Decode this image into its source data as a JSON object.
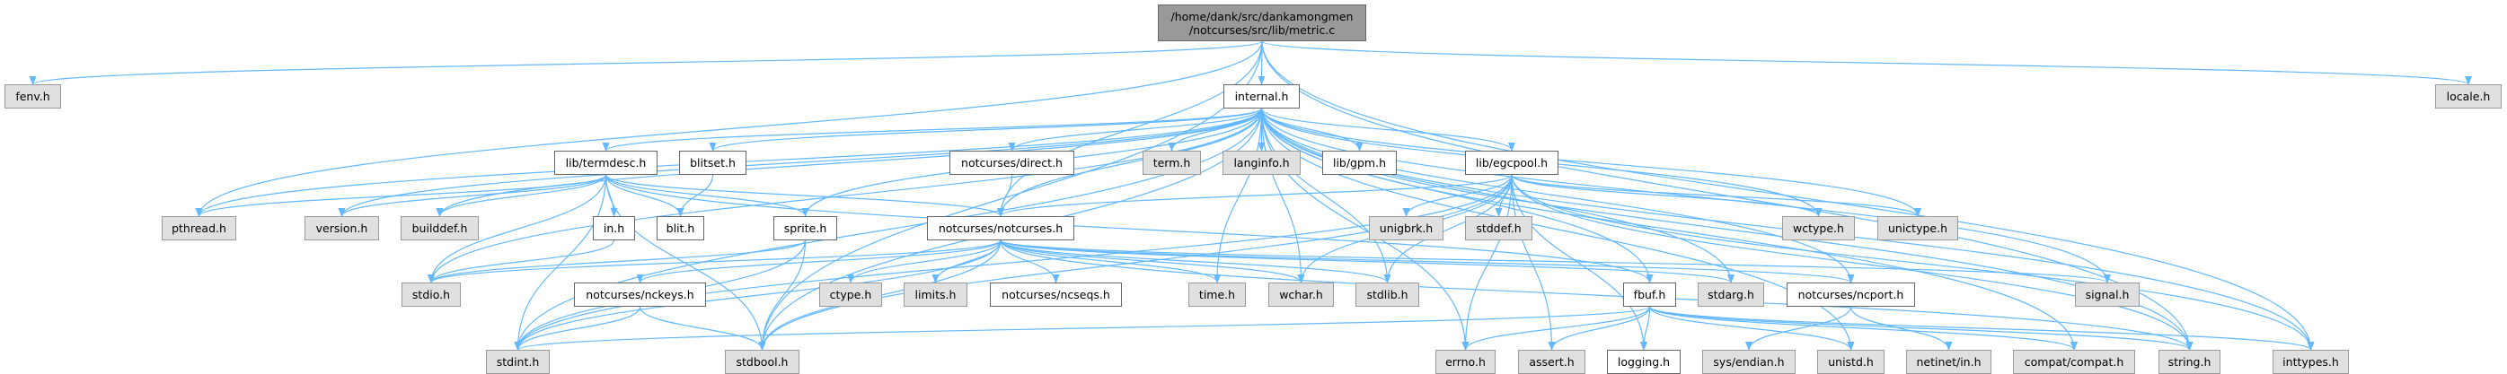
{
  "graph": {
    "root": {
      "line1": "/home/dank/src/dankamongmen",
      "line2": "/notcurses/src/lib/metric.c"
    },
    "nodes": {
      "internal": "internal.h",
      "fenv": "fenv.h",
      "locale": "locale.h",
      "termdesc": "lib/termdesc.h",
      "blitset": "blitset.h",
      "direct": "notcurses/direct.h",
      "term": "term.h",
      "langinfo": "langinfo.h",
      "gpm": "lib/gpm.h",
      "egcpool": "lib/egcpool.h",
      "pthread": "pthread.h",
      "version": "version.h",
      "builddef": "builddef.h",
      "in": "in.h",
      "blit": "blit.h",
      "sprite": "sprite.h",
      "notcurses": "notcurses/notcurses.h",
      "unigbrk": "unigbrk.h",
      "stddef": "stddef.h",
      "wctype": "wctype.h",
      "unictype": "unictype.h",
      "stdio": "stdio.h",
      "nckeys": "notcurses/nckeys.h",
      "ctype": "ctype.h",
      "limits": "limits.h",
      "ncseqs": "notcurses/ncseqs.h",
      "time": "time.h",
      "wchar": "wchar.h",
      "stdlib": "stdlib.h",
      "fbuf": "fbuf.h",
      "stdarg": "stdarg.h",
      "ncport": "notcurses/ncport.h",
      "signal": "signal.h",
      "stdint": "stdint.h",
      "stdbool": "stdbool.h",
      "errno": "errno.h",
      "assert": "assert.h",
      "logging": "logging.h",
      "endian": "sys/endian.h",
      "unistd": "unistd.h",
      "netinet": "netinet/in.h",
      "compat": "compat/compat.h",
      "string": "string.h",
      "inttypes": "inttypes.h"
    },
    "edges": [
      [
        "root",
        "internal"
      ],
      [
        "root",
        "fenv"
      ],
      [
        "root",
        "pthread"
      ],
      [
        "root",
        "notcurses"
      ],
      [
        "root",
        "locale"
      ],
      [
        "root",
        "string"
      ],
      [
        "root",
        "inttypes"
      ],
      [
        "root",
        "stdbool"
      ],
      [
        "internal",
        "pthread"
      ],
      [
        "internal",
        "stdint"
      ],
      [
        "internal",
        "stdio"
      ],
      [
        "internal",
        "version"
      ],
      [
        "internal",
        "builddef"
      ],
      [
        "internal",
        "termdesc"
      ],
      [
        "internal",
        "blitset"
      ],
      [
        "internal",
        "sprite"
      ],
      [
        "internal",
        "direct"
      ],
      [
        "internal",
        "notcurses"
      ],
      [
        "internal",
        "term"
      ],
      [
        "internal",
        "langinfo"
      ],
      [
        "internal",
        "gpm"
      ],
      [
        "internal",
        "egcpool"
      ],
      [
        "internal",
        "time"
      ],
      [
        "internal",
        "stdbool"
      ],
      [
        "internal",
        "wctype"
      ],
      [
        "internal",
        "unictype"
      ],
      [
        "internal",
        "signal"
      ],
      [
        "internal",
        "string"
      ],
      [
        "internal",
        "inttypes"
      ],
      [
        "internal",
        "compat"
      ],
      [
        "internal",
        "stdarg"
      ],
      [
        "internal",
        "ncport"
      ],
      [
        "internal",
        "fbuf"
      ],
      [
        "internal",
        "unistd"
      ],
      [
        "internal",
        "stdlib"
      ],
      [
        "internal",
        "wchar"
      ],
      [
        "internal",
        "errno"
      ],
      [
        "termdesc",
        "pthread"
      ],
      [
        "termdesc",
        "version"
      ],
      [
        "termdesc",
        "builddef"
      ],
      [
        "termdesc",
        "stdint"
      ],
      [
        "termdesc",
        "stdbool"
      ],
      [
        "termdesc",
        "in"
      ],
      [
        "termdesc",
        "blit"
      ],
      [
        "termdesc",
        "sprite"
      ],
      [
        "termdesc",
        "notcurses"
      ],
      [
        "termdesc",
        "fbuf"
      ],
      [
        "termdesc",
        "stdio"
      ],
      [
        "blitset",
        "blit"
      ],
      [
        "in",
        "stdio"
      ],
      [
        "sprite",
        "stdint"
      ],
      [
        "sprite",
        "stdbool"
      ],
      [
        "sprite",
        "stdio"
      ],
      [
        "direct",
        "notcurses"
      ],
      [
        "egcpool",
        "notcurses"
      ],
      [
        "egcpool",
        "unigbrk"
      ],
      [
        "egcpool",
        "stddef"
      ],
      [
        "egcpool",
        "stdlib"
      ],
      [
        "egcpool",
        "errno"
      ],
      [
        "egcpool",
        "assert"
      ],
      [
        "egcpool",
        "logging"
      ],
      [
        "egcpool",
        "wctype"
      ],
      [
        "egcpool",
        "unictype"
      ],
      [
        "egcpool",
        "string"
      ],
      [
        "egcpool",
        "stdint"
      ],
      [
        "egcpool",
        "stdbool"
      ],
      [
        "egcpool",
        "wchar"
      ],
      [
        "egcpool",
        "inttypes"
      ],
      [
        "notcurses",
        "stdio"
      ],
      [
        "notcurses",
        "stdint"
      ],
      [
        "notcurses",
        "stdbool"
      ],
      [
        "notcurses",
        "ctype"
      ],
      [
        "notcurses",
        "limits"
      ],
      [
        "notcurses",
        "nckeys"
      ],
      [
        "notcurses",
        "ncseqs"
      ],
      [
        "notcurses",
        "time"
      ],
      [
        "notcurses",
        "wchar"
      ],
      [
        "notcurses",
        "stdlib"
      ],
      [
        "notcurses",
        "stdarg"
      ],
      [
        "notcurses",
        "ncport"
      ],
      [
        "notcurses",
        "signal"
      ],
      [
        "notcurses",
        "string"
      ],
      [
        "nckeys",
        "stdint"
      ],
      [
        "nckeys",
        "stdbool"
      ],
      [
        "fbuf",
        "errno"
      ],
      [
        "fbuf",
        "assert"
      ],
      [
        "fbuf",
        "logging"
      ],
      [
        "fbuf",
        "stdint"
      ],
      [
        "fbuf",
        "string"
      ],
      [
        "fbuf",
        "unistd"
      ],
      [
        "fbuf",
        "compat"
      ],
      [
        "fbuf",
        "inttypes"
      ],
      [
        "ncport",
        "endian"
      ],
      [
        "ncport",
        "netinet"
      ]
    ],
    "colors": {
      "edge": "#63b8ff",
      "root_fill": "#999999",
      "system_fill": "#e0e0e0",
      "local_fill": "#ffffff"
    }
  }
}
